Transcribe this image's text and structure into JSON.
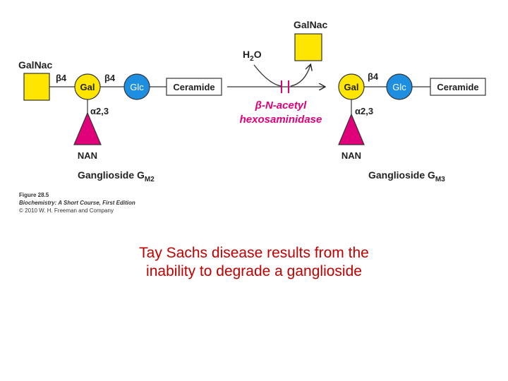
{
  "left": {
    "galnac": "GalNac",
    "beta4_a": "β4",
    "beta4_b": "β4",
    "gal": "Gal",
    "glc": "Glc",
    "ceramide": "Ceramide",
    "alpha": "α2,3",
    "nan": "NAN",
    "name_prefix": "Ganglioside G",
    "name_sub": "M2"
  },
  "right": {
    "galnac": "GalNac",
    "beta4": "β4",
    "gal": "Gal",
    "glc": "Glc",
    "ceramide": "Ceramide",
    "alpha": "α2,3",
    "nan": "NAN",
    "name_prefix": "Ganglioside G",
    "name_sub": "M3"
  },
  "reaction": {
    "water_h": "H",
    "water_sub": "2",
    "water_o": "O",
    "enzyme_line1": "β-N-acetyl",
    "enzyme_line2": "hexosaminidase"
  },
  "figure_credit": {
    "line1": "Figure 28.5",
    "line2": "Biochemistry: A Short Course, First Edition",
    "line3": "© 2010 W. H. Freeman and Company"
  },
  "caption": {
    "line1": "Tay Sachs disease results from the",
    "line2": "inability to degrade a ganglioside"
  },
  "colors": {
    "galnac": "#ffe600",
    "gal": "#ffe600",
    "glc": "#1e8fe0",
    "nan": "#e0007a",
    "enzyme": "#e0007a",
    "caption": "#c00000"
  }
}
